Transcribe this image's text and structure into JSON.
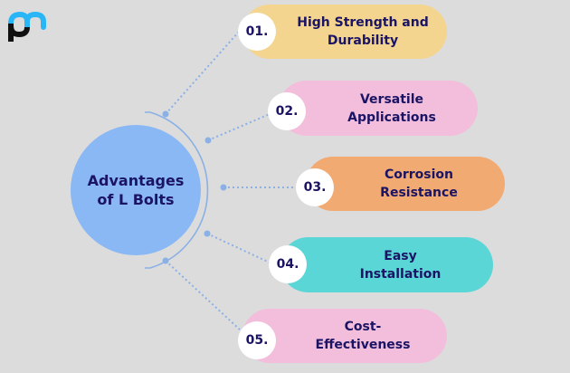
{
  "logo": {
    "icon": "pm-logo-icon",
    "colors": {
      "top": "#29b6f6",
      "bottom": "#111111"
    }
  },
  "hub": {
    "title": "Advantages\nof L Bolts",
    "color": "#8ab8f4"
  },
  "items": [
    {
      "number": "01.",
      "label": "High Strength and\nDurability",
      "color": "#f3d58f"
    },
    {
      "number": "02.",
      "label": "Versatile\nApplications",
      "color": "#f2bedc"
    },
    {
      "number": "03.",
      "label": "Corrosion\nResistance",
      "color": "#f2aa73"
    },
    {
      "number": "04.",
      "label": "Easy\nInstallation",
      "color": "#5ad6d6"
    },
    {
      "number": "05.",
      "label": "Cost-\nEffectiveness",
      "color": "#f2bedc"
    }
  ],
  "colors": {
    "text": "#1b1464",
    "background": "#dcdcdc",
    "connector": "#8ab0e6"
  }
}
